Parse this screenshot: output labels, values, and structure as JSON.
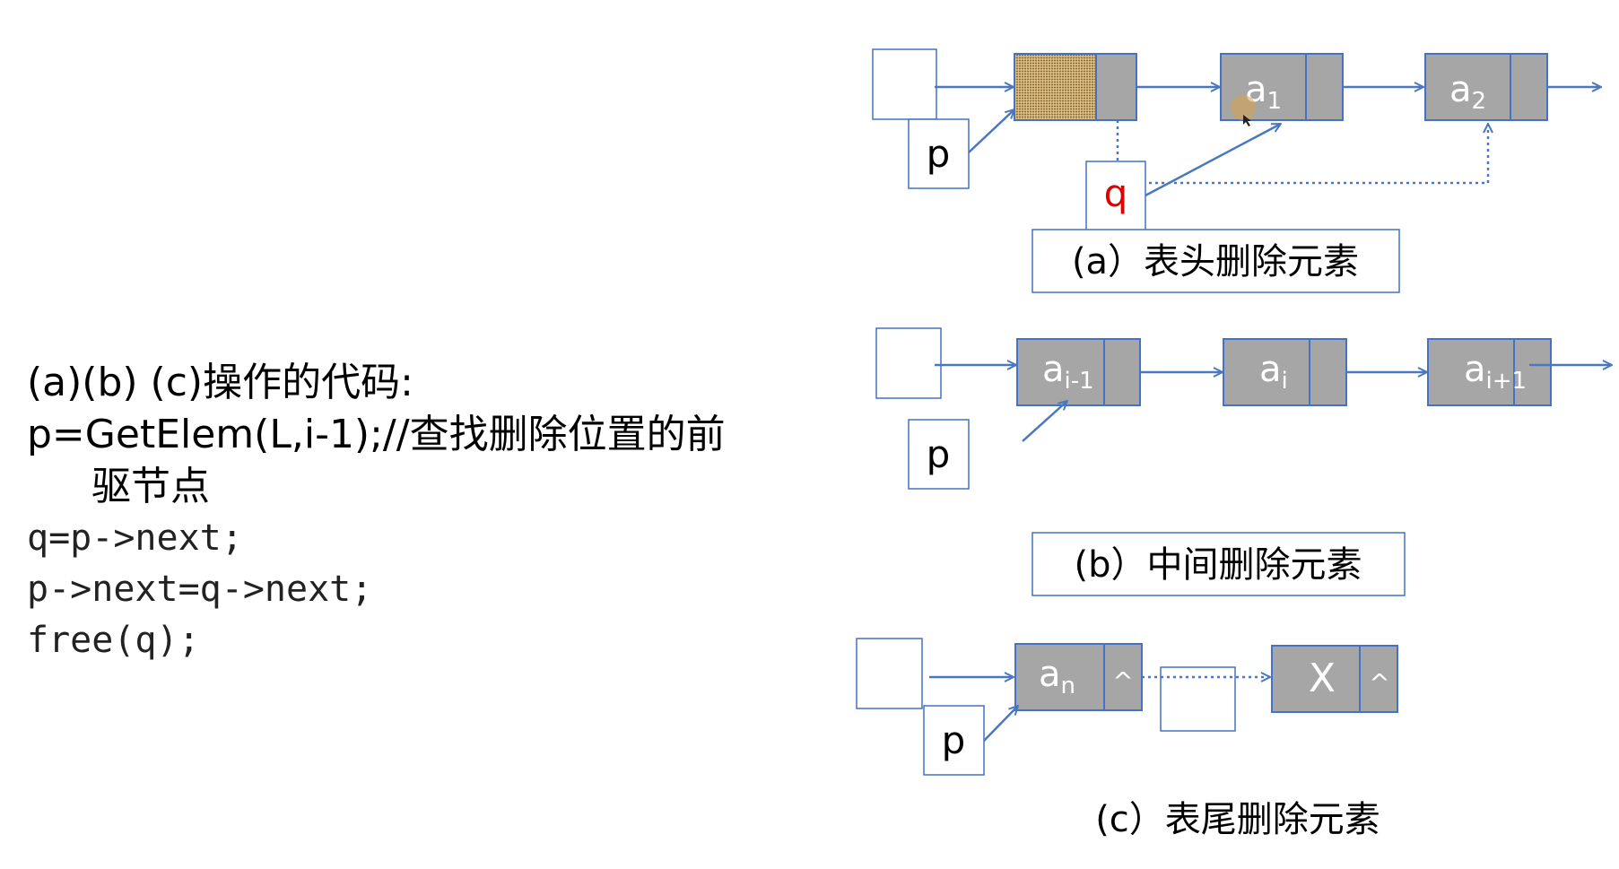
{
  "code": {
    "heading": "(a)(b) (c)操作的代码:",
    "line1": "p=GetElem(L,i-1);//查找删除位置的前",
    "line1_cont": "驱节点",
    "line2": "q=p->next;",
    "line3": "p->next=q->next;",
    "line4": "free(q);"
  },
  "diagram_a": {
    "pointer_p": "p",
    "pointer_q": "q",
    "node1": "a",
    "node1_sub": "1",
    "node2": "a",
    "node2_sub": "2",
    "caption": "(a）表头删除元素"
  },
  "diagram_b": {
    "pointer_p": "p",
    "node1": "a",
    "node1_sub": "i-1",
    "node2": "a",
    "node2_sub": "i",
    "node3": "a",
    "node3_sub": "i+1",
    "caption": "(b）中间删除元素"
  },
  "diagram_c": {
    "pointer_p": "p",
    "node1": "a",
    "node1_sub": "n",
    "node1_ptr": "^",
    "node2": "X",
    "node2_ptr": "^",
    "caption": "(c）表尾删除元素"
  },
  "colors": {
    "node_fill": "#a6a6a6",
    "node_border": "#4472c4",
    "arrow": "#4a78c0",
    "q_text": "#e00000"
  }
}
